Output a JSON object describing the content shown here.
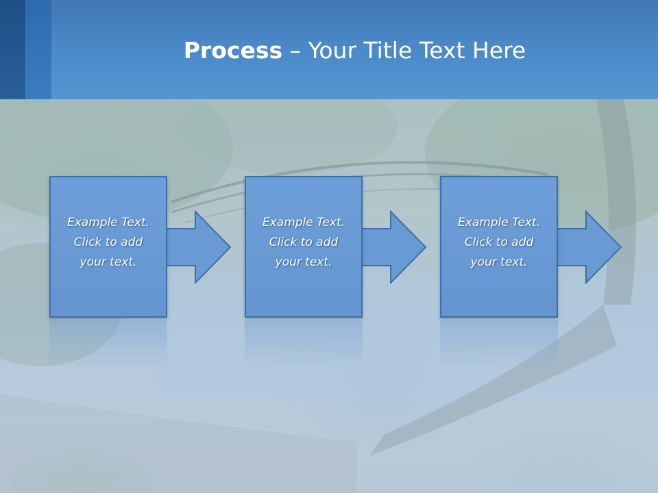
{
  "slide": {
    "title_bold": "Process",
    "title_rest": " – Your Title Text Here"
  },
  "steps": [
    {
      "text": "Example Text.\nClick  to add\nyour text."
    },
    {
      "text": "Example Text.\nClick  to add\nyour text."
    },
    {
      "text": "Example Text.\nClick  to add\nyour text."
    }
  ],
  "colors": {
    "header": "#4a88c7",
    "step_fill": "#6a9ad4",
    "step_border": "#3f6fa8",
    "text": "#ffffff"
  }
}
